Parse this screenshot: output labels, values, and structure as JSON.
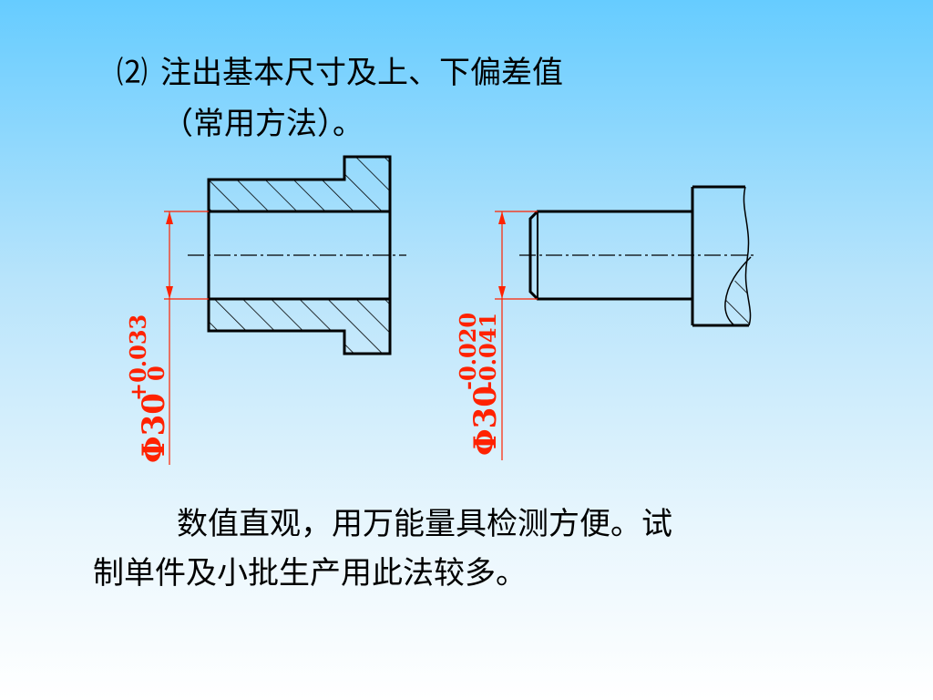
{
  "heading": {
    "number": "⑵",
    "line1": "注出基本尺寸及上、下偏差值",
    "line2": "（常用方法）。"
  },
  "hole_dimension": {
    "basic": "Φ30",
    "upper": "+0.033",
    "lower": "0"
  },
  "shaft_dimension": {
    "basic": "Φ30",
    "upper": "-0.020",
    "lower": "-0.041"
  },
  "body": {
    "line1": "数值直观，用万能量具检测方便。试",
    "line2": "制单件及小批生产用此法较多。"
  },
  "colors": {
    "dimension": "#ff2200",
    "outline": "#000000",
    "background_top": "#66ccff"
  }
}
